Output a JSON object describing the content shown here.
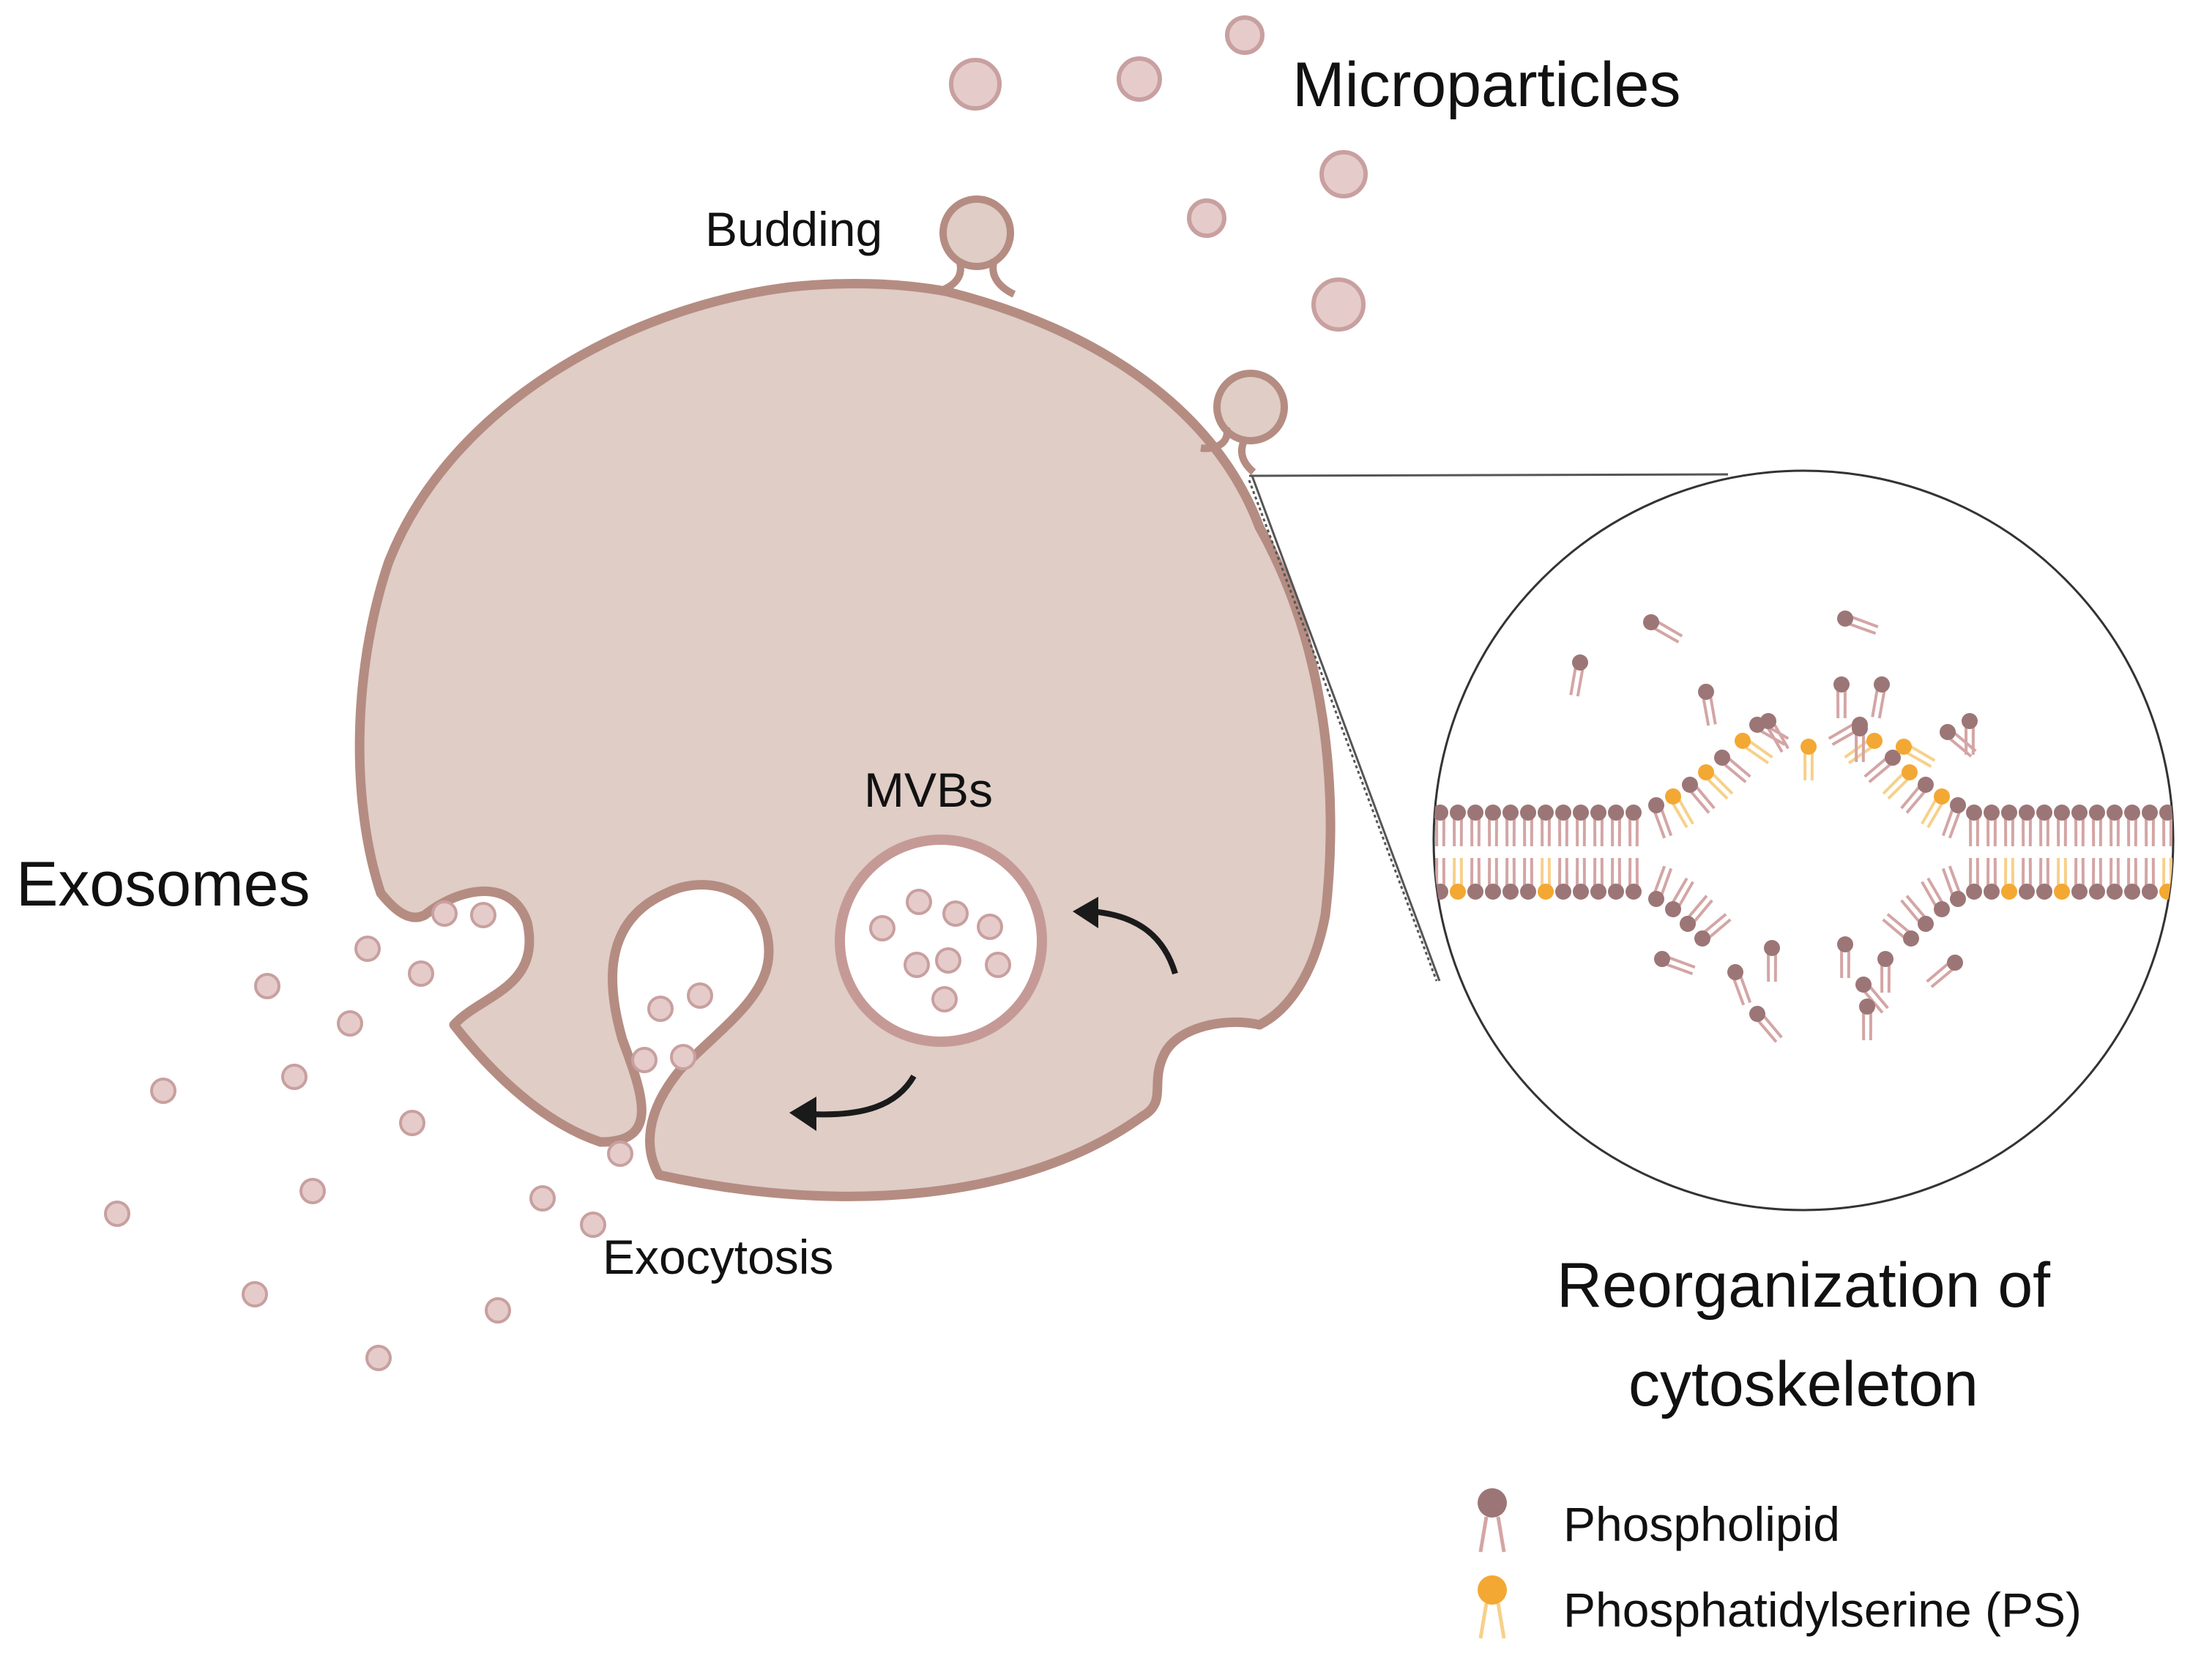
{
  "labels": {
    "microparticles": "Microparticles",
    "budding": "Budding",
    "exosomes": "Exosomes",
    "mvbs": "MVBs",
    "exocytosis": "Exocytosis",
    "reorganization_line1": "Reorganization of",
    "reorganization_line2": "cytoskeleton"
  },
  "legend": {
    "items": [
      {
        "label": "Phospholipid",
        "color": "#9c7677"
      },
      {
        "label": "Phosphatidylserine (PS)",
        "color": "#f3a833"
      }
    ]
  },
  "colors": {
    "cell_fill": "#dfcdc6",
    "cell_membrane": "#b58c82",
    "vesicle_fill": "#e5cccb",
    "vesicle_stroke": "#c8a09f",
    "phospholipid_head": "#9c7677",
    "ps_head": "#f3a833",
    "tail": "#d4a5a5",
    "arrow": "#1a1a1a"
  },
  "icons": [
    "curved-arrow-icon",
    "phospholipid-icon",
    "phosphatidylserine-icon"
  ]
}
